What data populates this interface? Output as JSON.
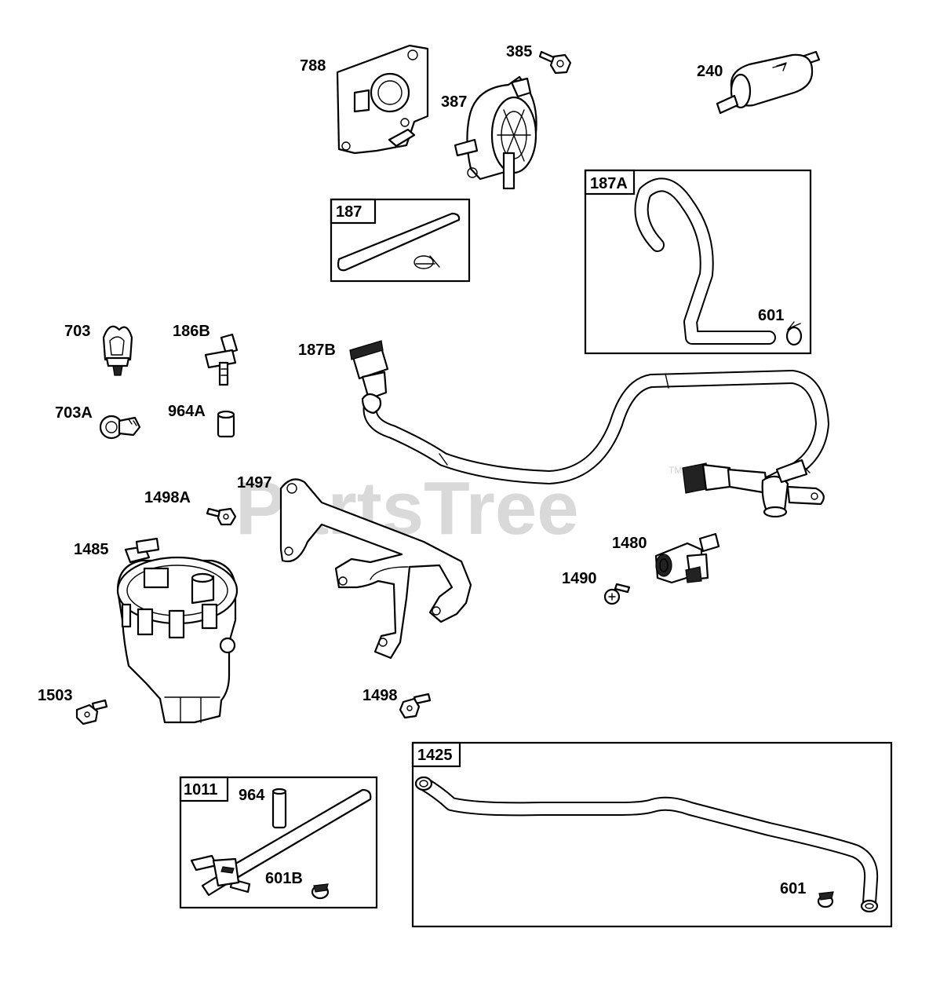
{
  "watermark": {
    "text": "PartsTree",
    "trademark": "TM"
  },
  "labels": {
    "p788": "788",
    "p385": "385",
    "p387": "387",
    "p240": "240",
    "p187": "187",
    "p187A": "187A",
    "p601_in_187A": "601",
    "p703": "703",
    "p186B": "186B",
    "p187B": "187B",
    "p703A": "703A",
    "p964A": "964A",
    "p1497": "1497",
    "p1498A": "1498A",
    "p1485": "1485",
    "p1480": "1480",
    "p1490": "1490",
    "p1503": "1503",
    "p1498": "1498",
    "p1425": "1425",
    "p1011": "1011",
    "p964": "964",
    "p601B": "601B",
    "p601_in_1425": "601"
  }
}
